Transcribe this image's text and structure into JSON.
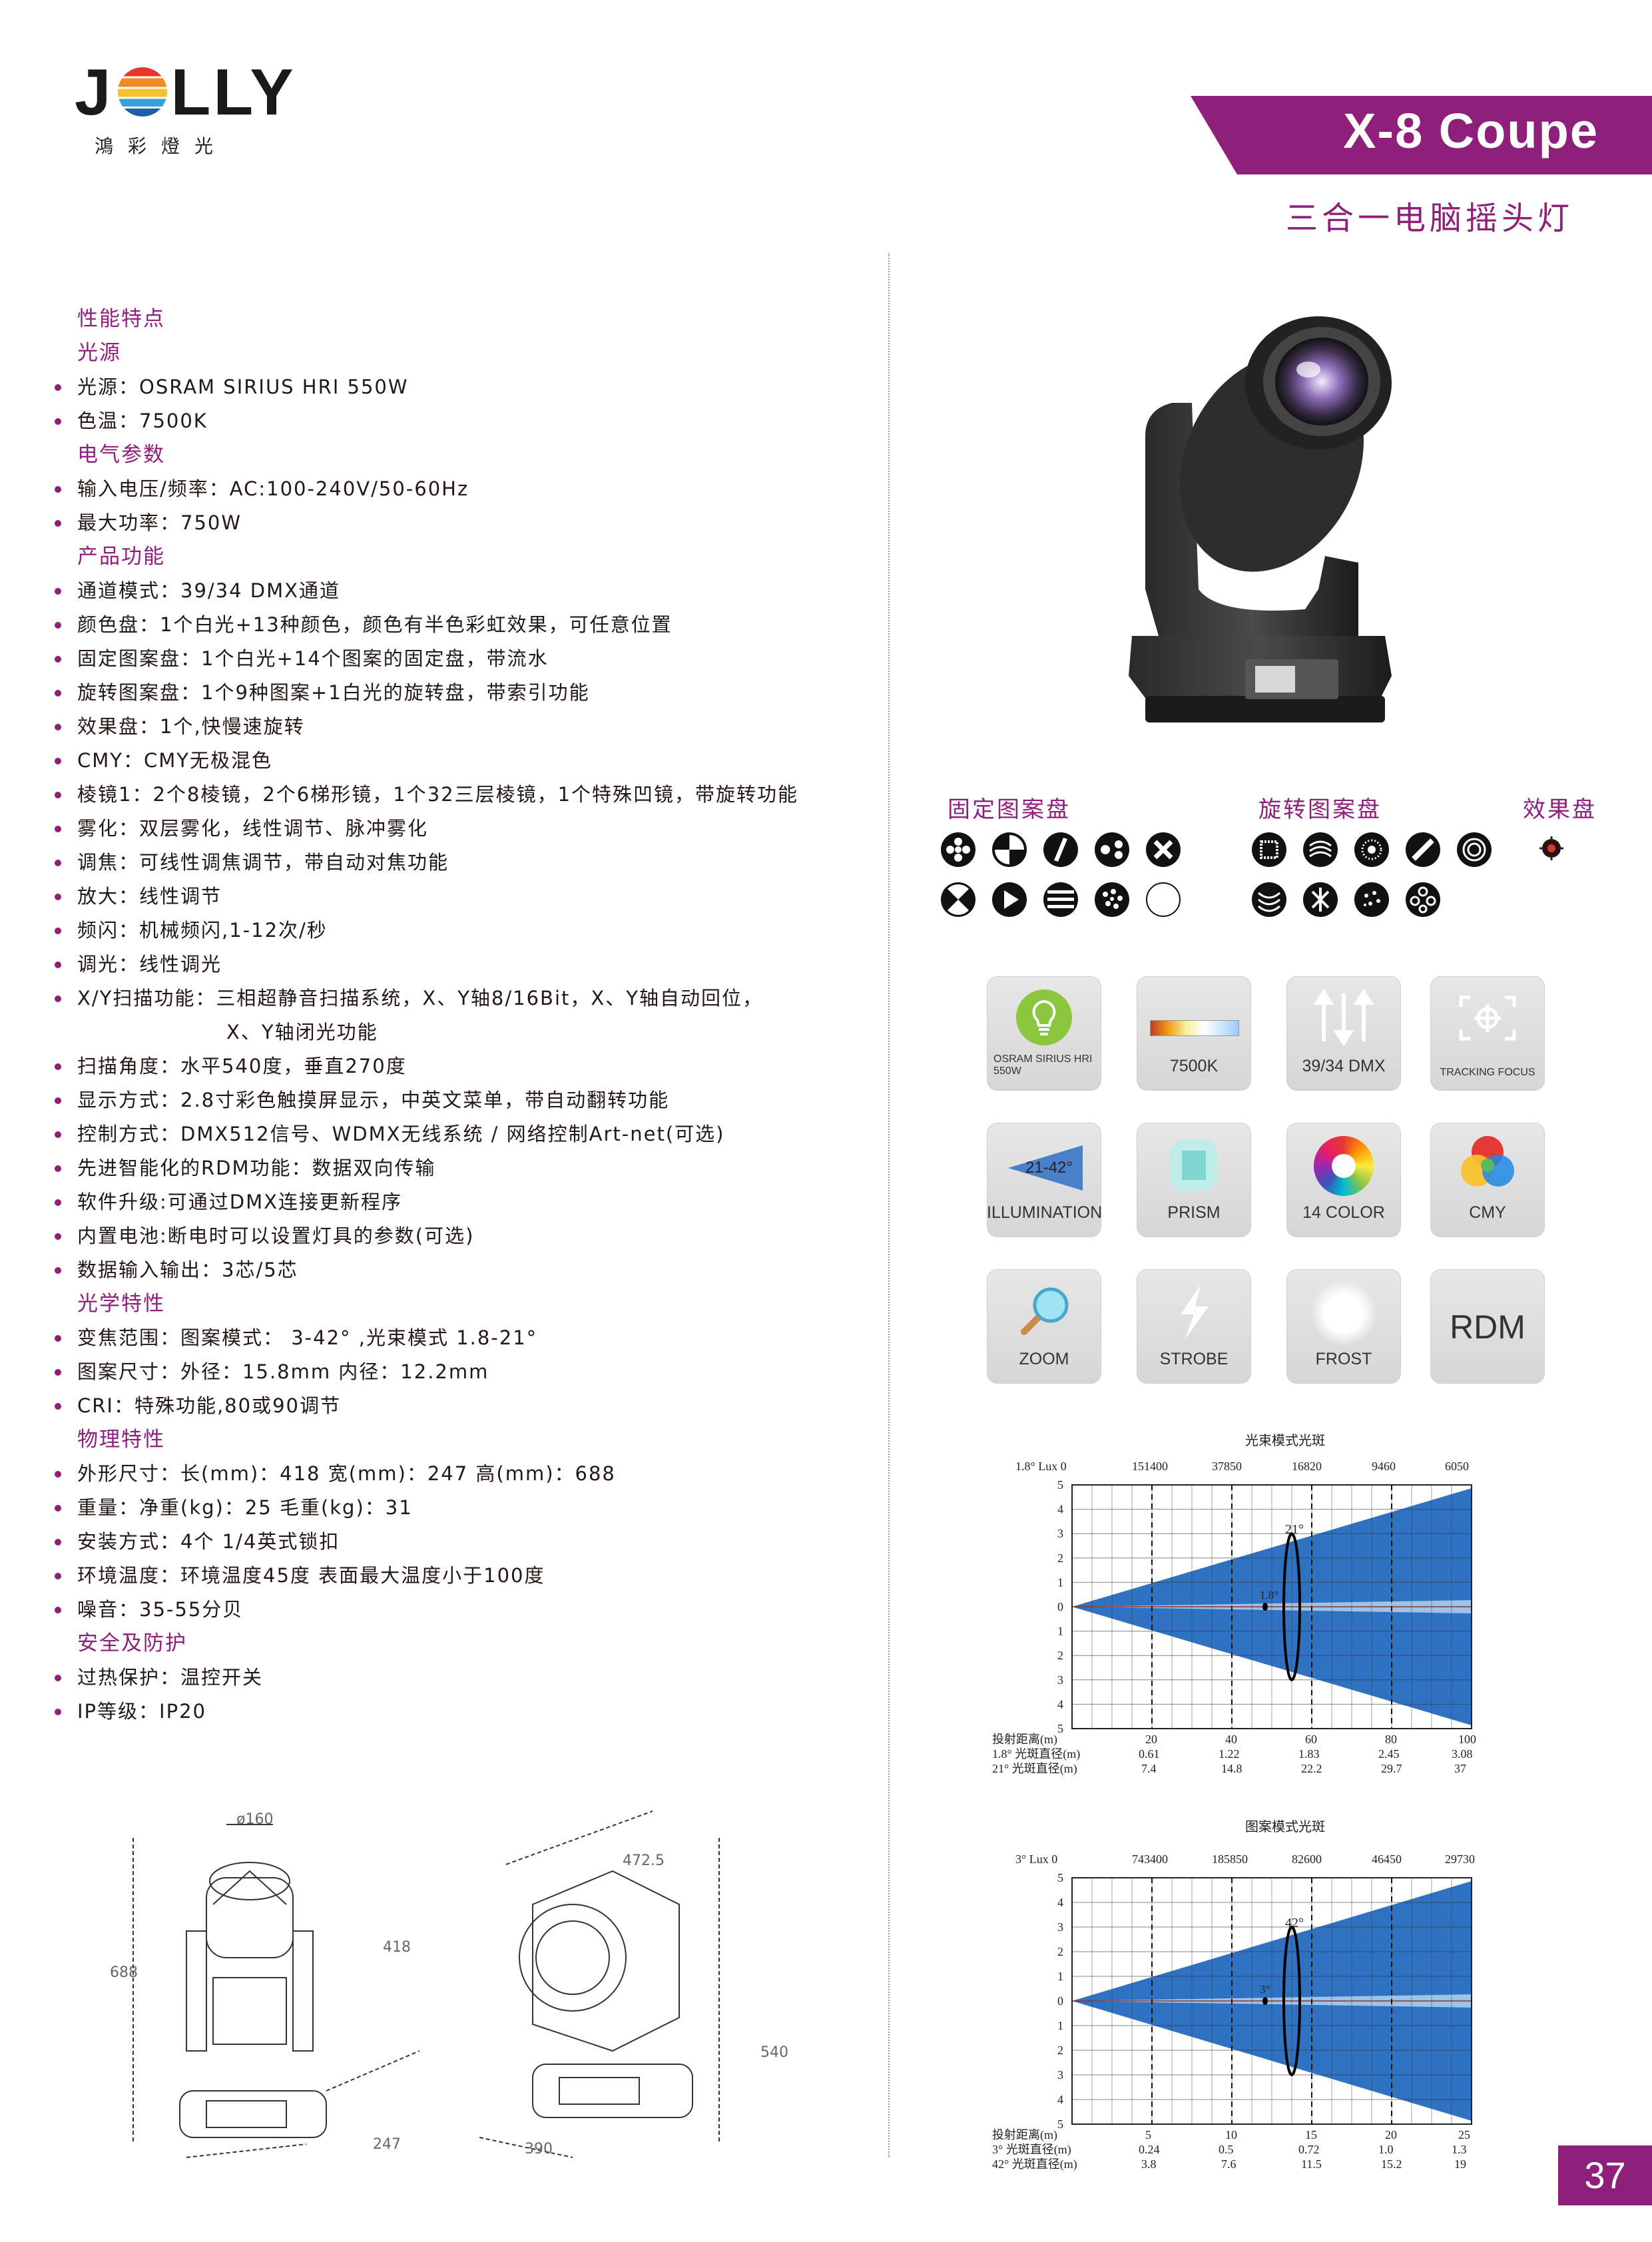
{
  "brand": {
    "name_left": "J",
    "name_right": "LLY",
    "subtitle": "鴻彩燈光"
  },
  "title": "X-8 Coupe",
  "subtitle": "三合一电脑摇头灯",
  "page_number": "37",
  "specs": [
    {
      "type": "section",
      "text": "性能特点"
    },
    {
      "type": "section",
      "text": "光源"
    },
    {
      "type": "item",
      "text": "光源：OSRAM SIRIUS HRI 550W"
    },
    {
      "type": "item",
      "text": "色温：7500K"
    },
    {
      "type": "section",
      "text": "电气参数"
    },
    {
      "type": "item",
      "text": "输入电压/频率：AC:100-240V/50-60Hz"
    },
    {
      "type": "item",
      "text": "最大功率：750W"
    },
    {
      "type": "section",
      "text": "产品功能"
    },
    {
      "type": "item",
      "text": "通道模式：39/34 DMX通道"
    },
    {
      "type": "item",
      "text": "颜色盘：1个白光+13种颜色，颜色有半色彩虹效果，可任意位置"
    },
    {
      "type": "item",
      "text": "固定图案盘：1个白光+14个图案的固定盘，带流水"
    },
    {
      "type": "item",
      "text": "旋转图案盘：1个9种图案+1白光的旋转盘，带索引功能"
    },
    {
      "type": "item",
      "text": "效果盘：1个,快慢速旋转"
    },
    {
      "type": "item",
      "text": "CMY：CMY无极混色"
    },
    {
      "type": "item",
      "text": "棱镜1：2个8棱镜，2个6梯形镜，1个32三层棱镜，1个特殊凹镜，带旋转功能"
    },
    {
      "type": "item",
      "text": "雾化：双层雾化，线性调节、脉冲雾化"
    },
    {
      "type": "item",
      "text": "调焦：可线性调焦调节，带自动对焦功能"
    },
    {
      "type": "item",
      "text": "放大：线性调节"
    },
    {
      "type": "item",
      "text": "频闪：机械频闪,1-12次/秒"
    },
    {
      "type": "item",
      "text": "调光：线性调光"
    },
    {
      "type": "item",
      "text": "X/Y扫描功能：三相超静音扫描系统，X、Y轴8/16Bit，X、Y轴自动回位，"
    },
    {
      "type": "cont",
      "text": "X、Y轴闭光功能"
    },
    {
      "type": "item",
      "text": "扫描角度：水平540度，垂直270度"
    },
    {
      "type": "item",
      "text": "显示方式：2.8寸彩色触摸屏显示，中英文菜单，带自动翻转功能"
    },
    {
      "type": "item",
      "text": "控制方式：DMX512信号、WDMX无线系统 / 网络控制Art-net(可选)"
    },
    {
      "type": "item",
      "text": "先进智能化的RDM功能：数据双向传输"
    },
    {
      "type": "item",
      "text": "软件升级:可通过DMX连接更新程序"
    },
    {
      "type": "item",
      "text": "内置电池:断电时可以设置灯具的参数(可选)"
    },
    {
      "type": "item",
      "text": "数据输入输出：3芯/5芯"
    },
    {
      "type": "section",
      "text": "光学特性"
    },
    {
      "type": "item",
      "text": "变焦范围：图案模式： 3-42° ,光束模式 1.8-21°"
    },
    {
      "type": "item",
      "text": "图案尺寸：外径：15.8mm      内径：12.2mm"
    },
    {
      "type": "item",
      "text": "CRI：特殊功能,80或90调节"
    },
    {
      "type": "section",
      "text": "物理特性"
    },
    {
      "type": "item",
      "text": "外形尺寸：长(mm)：418    宽(mm)：247    高(mm)：688"
    },
    {
      "type": "item",
      "text": "重量：净重(kg)：25     毛重(kg)：31"
    },
    {
      "type": "item",
      "text": "安装方式：4个 1/4英式锁扣"
    },
    {
      "type": "item",
      "text": "环境温度：环境温度45度 表面最大温度小于100度"
    },
    {
      "type": "item",
      "text": "噪音：35-55分贝"
    },
    {
      "type": "section",
      "text": "安全及防护"
    },
    {
      "type": "item",
      "text": "过热保护：温控开关"
    },
    {
      "type": "item",
      "text": "IP等级：IP20"
    }
  ],
  "gobo_headers": {
    "fixed": "固定图案盘",
    "rotating": "旋转图案盘",
    "effect": "效果盘"
  },
  "features": [
    {
      "label": "OSRAM SIRIUS HRI 550W",
      "icon": "bulb-icon"
    },
    {
      "label": "7500K",
      "icon": "color-temperature-icon"
    },
    {
      "label": "39/34 DMX",
      "icon": "dmx-arrows-icon"
    },
    {
      "label": "TRACKING FOCUS",
      "icon": "focus-icon"
    },
    {
      "label": "ILLUMINATION",
      "icon": "beam-angle-icon",
      "angle": "21-42°"
    },
    {
      "label": "PRISM",
      "icon": "prism-icon"
    },
    {
      "label": "14 COLOR",
      "icon": "color-wheel-icon"
    },
    {
      "label": "CMY",
      "icon": "cmy-icon"
    },
    {
      "label": "ZOOM",
      "icon": "zoom-icon"
    },
    {
      "label": "STROBE",
      "icon": "strobe-icon"
    },
    {
      "label": "FROST",
      "icon": "frost-icon"
    },
    {
      "label": "RDM",
      "icon": "rdm-text"
    }
  ],
  "dimensions": {
    "d1": "ø160",
    "d2": "688",
    "d3": "418",
    "d4": "247",
    "d5": "472.5",
    "d6": "540",
    "d7": "390"
  },
  "chart_data": [
    {
      "type": "beam-diagram",
      "title": "光束模式光斑",
      "lux_label": "1.8° Lux 0",
      "lux": [
        "151400",
        "37850",
        "16820",
        "9460",
        "6050"
      ],
      "y_ticks": [
        "5",
        "4",
        "3",
        "2",
        "1",
        "0",
        "1",
        "2",
        "3",
        "4",
        "5"
      ],
      "angles": [
        "21°",
        "1.8°"
      ],
      "row_labels": [
        "投射距离(m)",
        "1.8° 光斑直径(m)",
        "21° 光斑直径(m)"
      ],
      "distance": [
        "20",
        "40",
        "60",
        "80",
        "100"
      ],
      "small_diameter": [
        "0.61",
        "1.22",
        "1.83",
        "2.45",
        "3.08"
      ],
      "large_diameter": [
        "7.4",
        "14.8",
        "22.2",
        "29.7",
        "37"
      ]
    },
    {
      "type": "beam-diagram",
      "title": "图案模式光斑",
      "lux_label": "3° Lux 0",
      "lux": [
        "743400",
        "185850",
        "82600",
        "46450",
        "29730"
      ],
      "y_ticks": [
        "5",
        "4",
        "3",
        "2",
        "1",
        "0",
        "1",
        "2",
        "3",
        "4",
        "5"
      ],
      "angles": [
        "42°",
        "3°"
      ],
      "row_labels": [
        "投射距离(m)",
        "3° 光斑直径(m)",
        "42° 光斑直径(m)"
      ],
      "distance": [
        "5",
        "10",
        "15",
        "20",
        "25"
      ],
      "small_diameter": [
        "0.24",
        "0.5",
        "0.72",
        "1.0",
        "1.3"
      ],
      "large_diameter": [
        "3.8",
        "7.6",
        "11.5",
        "15.2",
        "19"
      ]
    }
  ],
  "colors": {
    "accent": "#8e1f7a",
    "beam_blue": "#1d5fae",
    "beam_light": "#7fb0df"
  }
}
